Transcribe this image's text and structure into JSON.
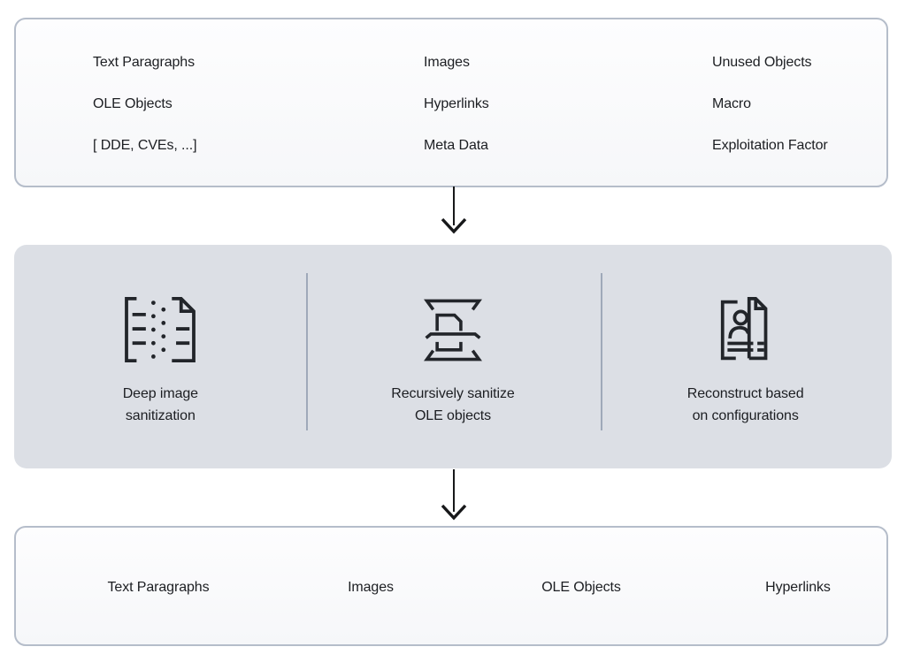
{
  "input_box": {
    "columns": [
      [
        "Text Paragraphs",
        "OLE Objects",
        "[ DDE, CVEs, ...]"
      ],
      [
        "Images",
        "Hyperlinks",
        "Meta Data"
      ],
      [
        "Unused Objects",
        "Macro",
        "Exploitation Factor"
      ]
    ]
  },
  "process_box": {
    "steps": [
      {
        "icon": "deep-image-sanitization-icon",
        "label": "Deep image\nsanitization"
      },
      {
        "icon": "recursive-ole-sanitization-icon",
        "label": "Recursively sanitize\nOLE objects"
      },
      {
        "icon": "reconstruct-configurations-icon",
        "label": "Reconstruct based\non configurations"
      }
    ]
  },
  "output_box": {
    "items": [
      "Text Paragraphs",
      "Images",
      "OLE Objects",
      "Hyperlinks"
    ]
  },
  "colors": {
    "box_border": "#b5bdca",
    "box_background": "#fafbfc",
    "process_background": "#dcdfe5",
    "divider": "#9fa9b9",
    "text": "#1c1e22",
    "arrow": "#17181a",
    "icon_stroke": "#22252a"
  }
}
